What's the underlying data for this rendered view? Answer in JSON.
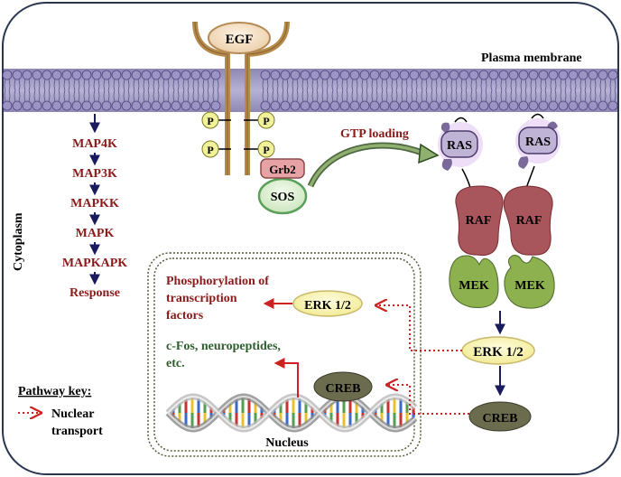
{
  "labels": {
    "membrane": "Plasma membrane",
    "cytoplasm": "Cytoplasm",
    "egf": "EGF",
    "phospho": "P",
    "grb2": "Grb2",
    "sos": "SOS",
    "gtp_loading": "GTP loading",
    "ras": "RAS",
    "raf": "RAF",
    "mek": "MEK",
    "erk": "ERK 1/2",
    "creb": "CREB",
    "nucleus": "Nucleus",
    "phosphorylation_line1": "Phosphorylation of",
    "phosphorylation_line2": "transcription",
    "phosphorylation_line3": "factors",
    "cfos_line1": "c-Fos, neuropeptides,",
    "cfos_line2": "etc."
  },
  "cascade": [
    "MAP4K",
    "MAP3K",
    "MAPKK",
    "MAPK",
    "MAPKAPK",
    "Response"
  ],
  "key": {
    "title": "Pathway key:",
    "line1": "Nuclear",
    "line2": "transport"
  },
  "colors": {
    "dark_red": "#8b1a1a",
    "navy": "#1a1a5e",
    "green_text": "#2e5e2e",
    "transport": "#cc2222",
    "raf": "#a8555c",
    "mek": "#8db14e",
    "erk": "#f5f0a0",
    "creb": "#6b6b4e",
    "ras": "#8a7aa8"
  }
}
